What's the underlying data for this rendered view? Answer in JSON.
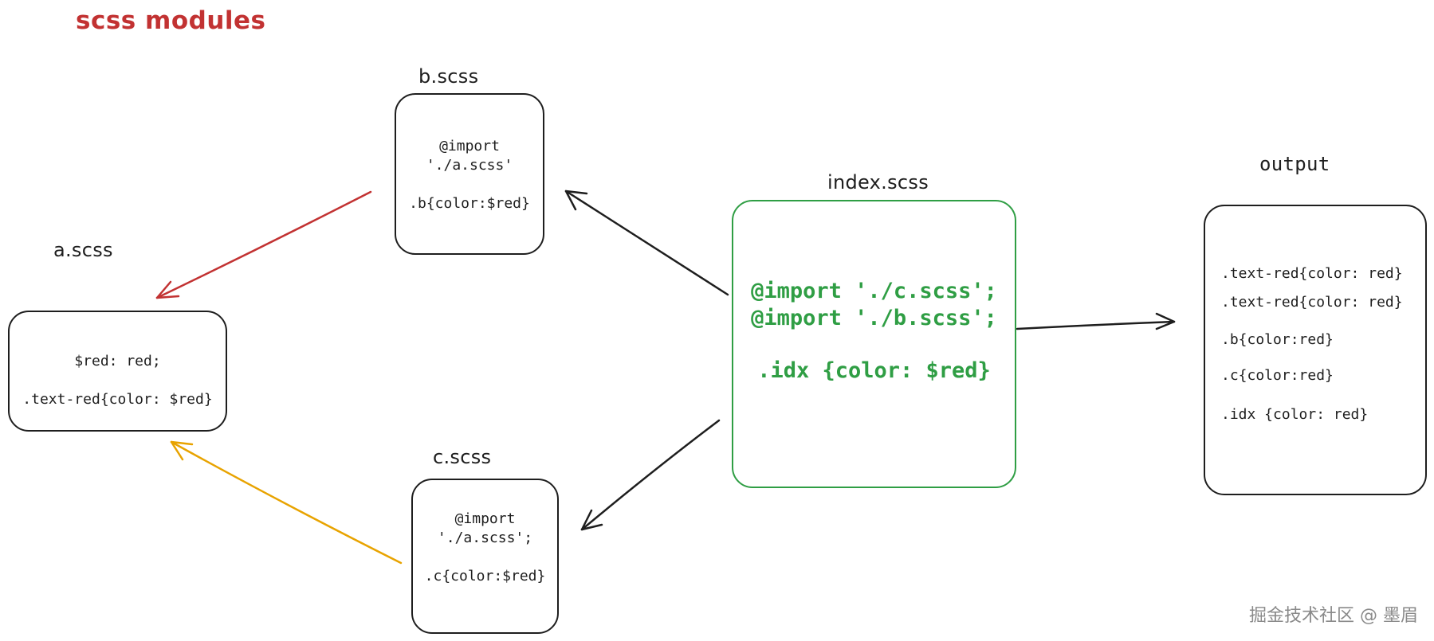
{
  "title": "scss modules",
  "nodes": {
    "a": {
      "label": "a.scss",
      "line1": "$red: red;",
      "line2": ".text-red{color: $red}"
    },
    "b": {
      "label": "b.scss",
      "line1": "@import",
      "line2": "'./a.scss'",
      "line3": ".b{color:$red}"
    },
    "c": {
      "label": "c.scss",
      "line1": "@import",
      "line2": "'./a.scss';",
      "line3": ".c{color:$red}"
    },
    "index": {
      "label": "index.scss",
      "line1": "@import './c.scss';",
      "line2": "@import './b.scss';",
      "line3": ".idx {color: $red}"
    },
    "output": {
      "label": "output",
      "lines": [
        ".text-red{color: red}",
        ".text-red{color: red}",
        ".b{color:red}",
        ".c{color:red}",
        ".idx {color: red}"
      ]
    }
  },
  "colors": {
    "title": "#c23232",
    "stroke": "#1e1e1e",
    "green": "#2f9e44",
    "arrow_red": "#c23232",
    "arrow_orange": "#e8a300"
  },
  "watermark": "掘金技术社区 @ 墨眉"
}
